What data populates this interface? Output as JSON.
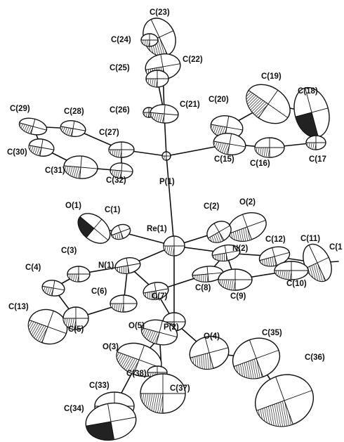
{
  "atoms": [
    {
      "id": "C23",
      "label": "C(23)"
    },
    {
      "id": "C24",
      "label": "C(24)"
    },
    {
      "id": "C22",
      "label": "C(22)"
    },
    {
      "id": "C25",
      "label": "C(25)"
    },
    {
      "id": "C26",
      "label": "C(26)"
    },
    {
      "id": "C21",
      "label": "C(21)"
    },
    {
      "id": "C19",
      "label": "C(19)"
    },
    {
      "id": "C18",
      "label": "C(18)"
    },
    {
      "id": "C20",
      "label": "C(20)"
    },
    {
      "id": "C29",
      "label": "C(29)"
    },
    {
      "id": "C28",
      "label": "C(28)"
    },
    {
      "id": "C27",
      "label": "C(27)"
    },
    {
      "id": "C30",
      "label": "C(30)"
    },
    {
      "id": "C31",
      "label": "C(31)"
    },
    {
      "id": "C32",
      "label": "C(32)"
    },
    {
      "id": "C15",
      "label": "C(15)"
    },
    {
      "id": "C16",
      "label": "C(16)"
    },
    {
      "id": "C17",
      "label": "C(17"
    },
    {
      "id": "P1",
      "label": "P(1)"
    },
    {
      "id": "O1",
      "label": "O(1)"
    },
    {
      "id": "C1",
      "label": "C(1)"
    },
    {
      "id": "O2",
      "label": "O(2)"
    },
    {
      "id": "C2",
      "label": "C(2)"
    },
    {
      "id": "Re1",
      "label": "Re(1)"
    },
    {
      "id": "C12",
      "label": "C(12)"
    },
    {
      "id": "C11",
      "label": "C(11)"
    },
    {
      "id": "C14",
      "label": "C(1"
    },
    {
      "id": "C3",
      "label": "C(3)"
    },
    {
      "id": "N1",
      "label": "N(1)"
    },
    {
      "id": "N2",
      "label": "N(2)"
    },
    {
      "id": "C4",
      "label": "C(4)"
    },
    {
      "id": "C10",
      "label": "C(10)"
    },
    {
      "id": "C6",
      "label": "C(6)"
    },
    {
      "id": "C7",
      "label": "C(7)"
    },
    {
      "id": "C8",
      "label": "C(8)"
    },
    {
      "id": "C9",
      "label": "C(9)"
    },
    {
      "id": "C13",
      "label": "C(13)"
    },
    {
      "id": "C5",
      "label": "C(5)"
    },
    {
      "id": "P2",
      "label": "P(2)"
    },
    {
      "id": "O5",
      "label": "O(5)"
    },
    {
      "id": "O4",
      "label": "O(4)"
    },
    {
      "id": "C35",
      "label": "C(35)"
    },
    {
      "id": "O3",
      "label": "O(3)"
    },
    {
      "id": "C36",
      "label": "C(36)"
    },
    {
      "id": "C38",
      "label": "C(38)"
    },
    {
      "id": "C37",
      "label": "C(37)"
    },
    {
      "id": "C33",
      "label": "C(33)"
    },
    {
      "id": "C34",
      "label": "C(34)"
    }
  ]
}
